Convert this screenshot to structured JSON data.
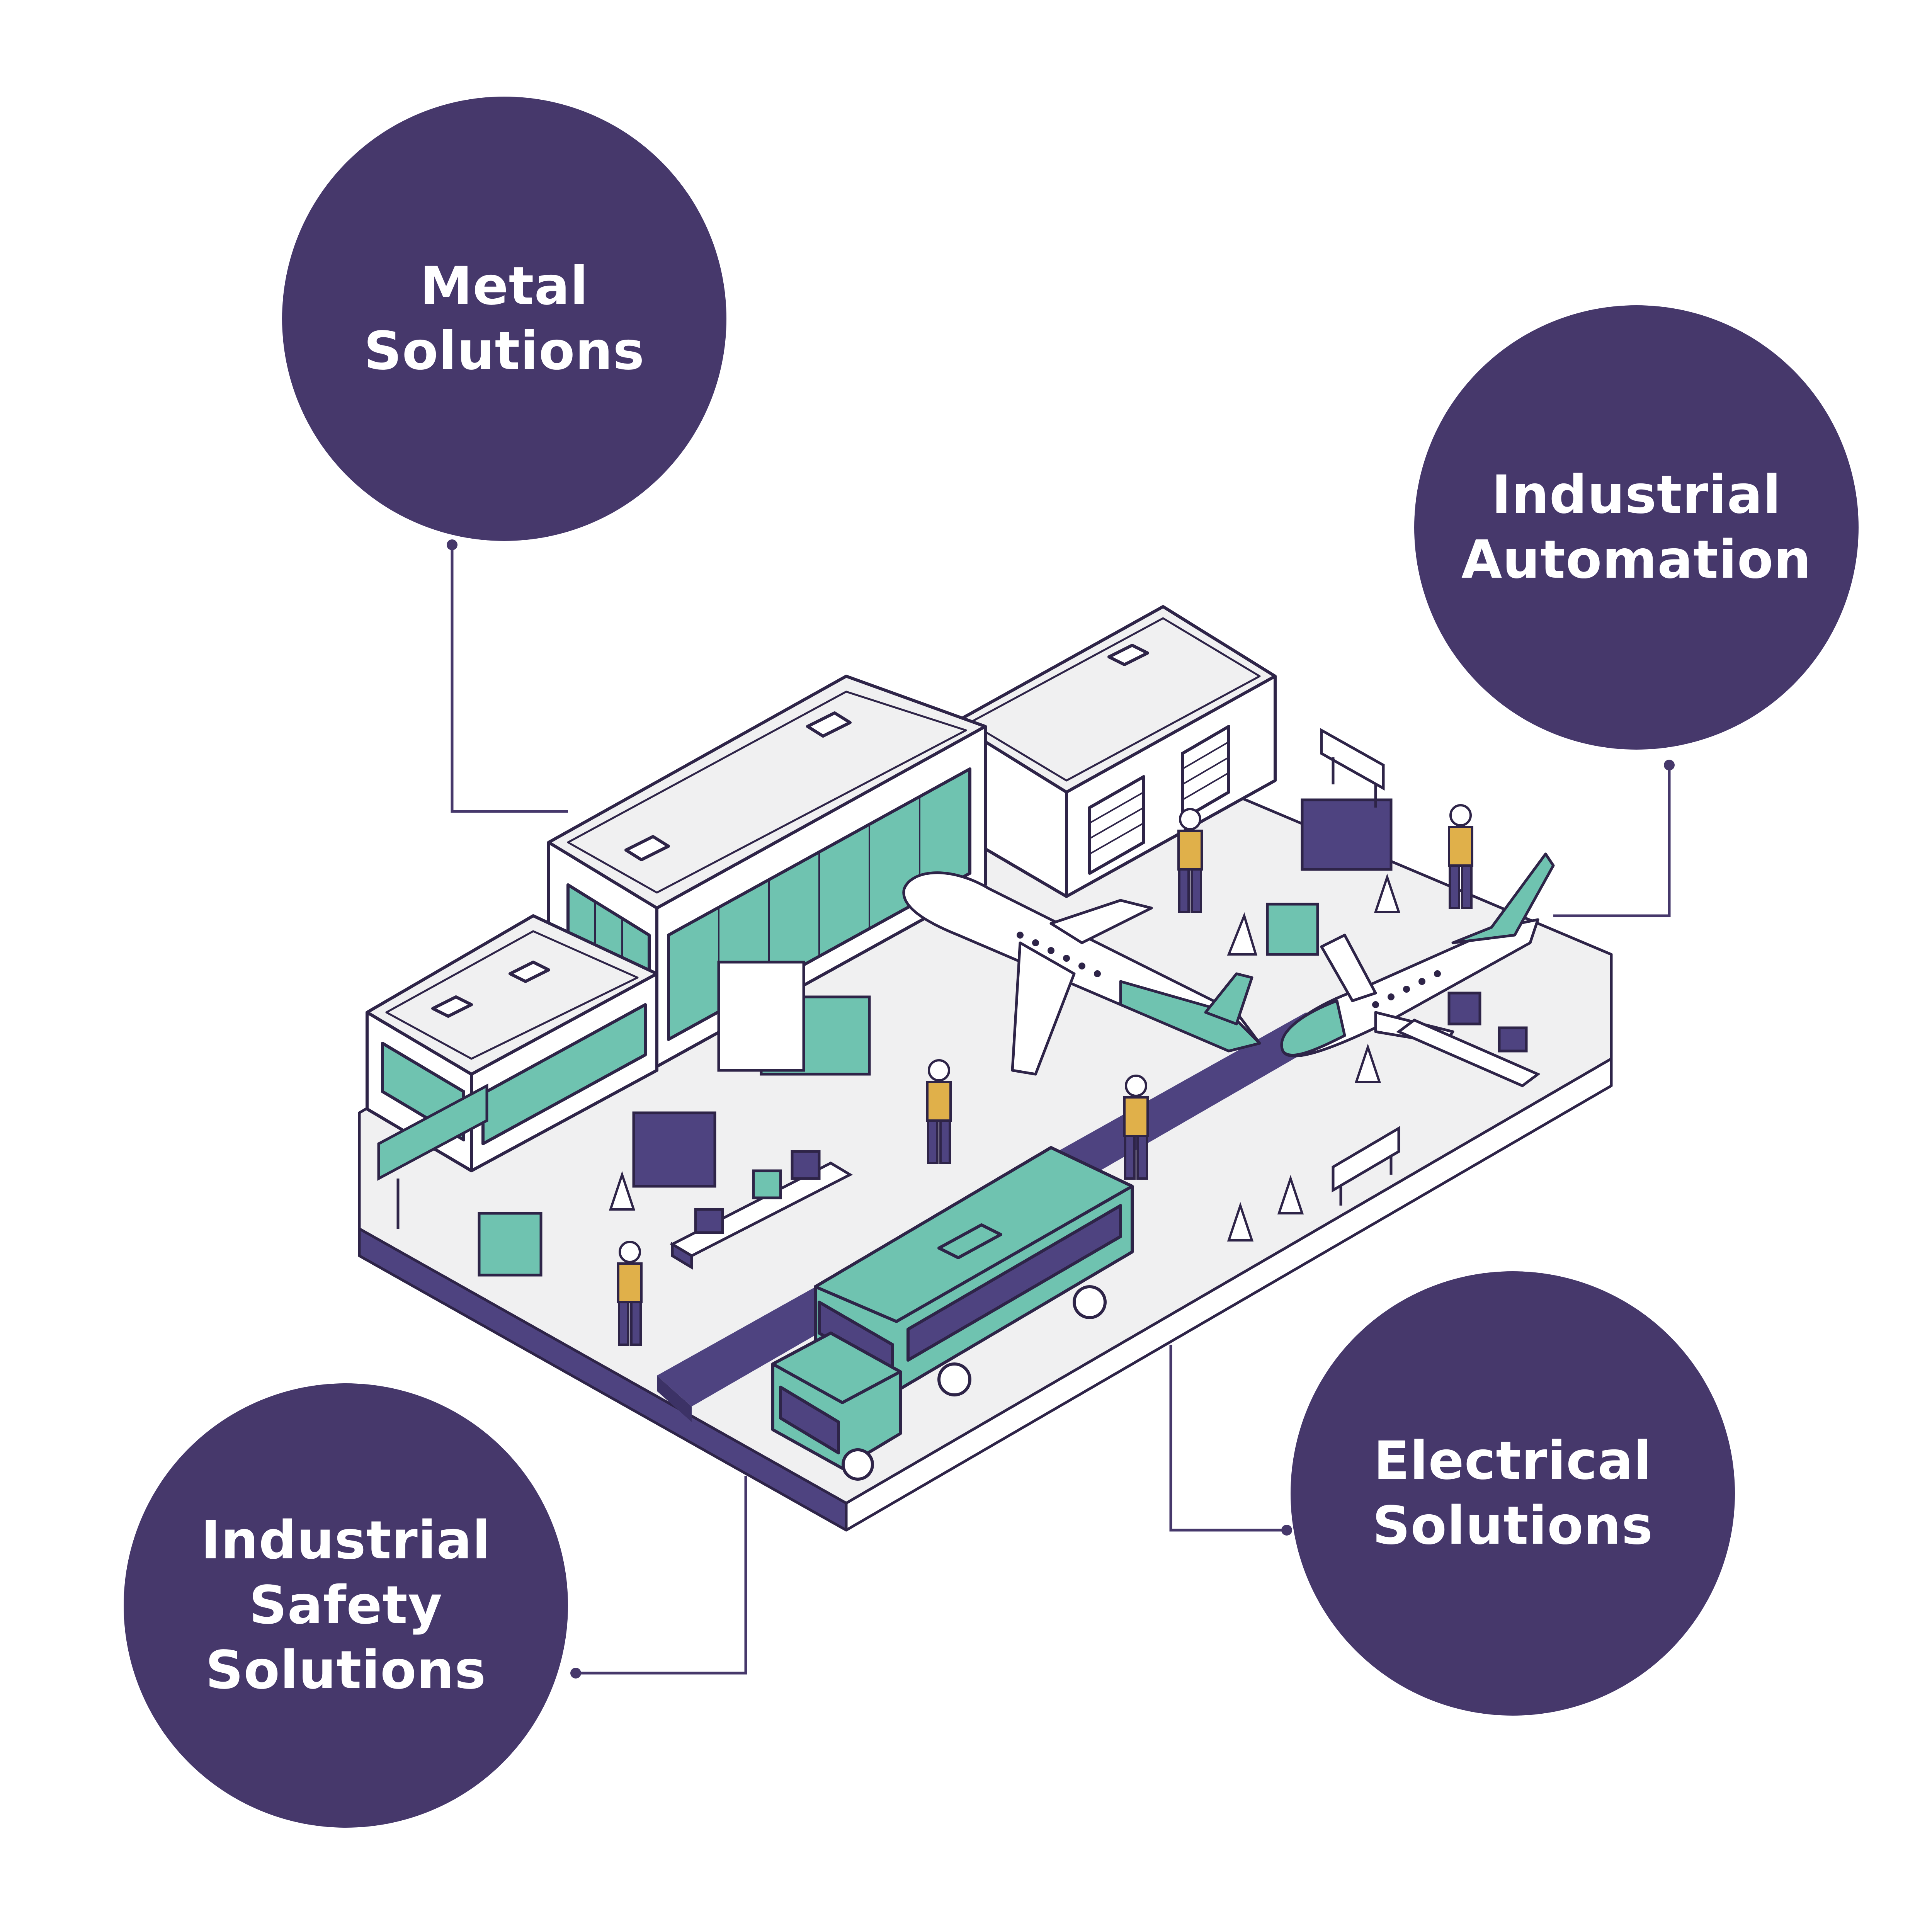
{
  "colors": {
    "circle": "#46386b",
    "connector": "#46386b",
    "outline": "#2e2448",
    "teal": "#6fc3b0",
    "ground": "#f0f0f1",
    "road": "#4e4380",
    "white": "#ffffff"
  },
  "nodes": [
    {
      "id": "metal-solutions",
      "lines": [
        "Metal",
        "Solutions"
      ]
    },
    {
      "id": "industrial-automation",
      "lines": [
        "Industrial",
        "Automation"
      ]
    },
    {
      "id": "industrial-safety-solutions",
      "lines": [
        "Industrial",
        "Safety",
        "Solutions"
      ]
    },
    {
      "id": "electrical-solutions",
      "lines": [
        "Electrical",
        "Solutions"
      ]
    }
  ],
  "illustration": {
    "subject": "isometric-industrial-site",
    "icons": [
      "factory-building",
      "warehouse-building",
      "office-building",
      "airplane",
      "bus",
      "truck",
      "worker",
      "traffic-cone",
      "conveyor-belt",
      "cargo-box",
      "road-barrier",
      "signboard"
    ]
  }
}
